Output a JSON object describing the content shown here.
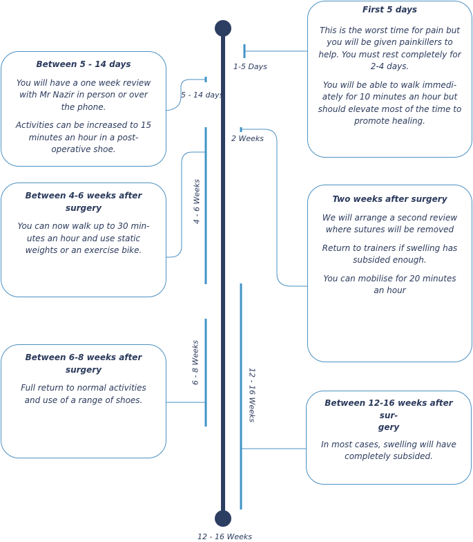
{
  "boxes": {
    "first": {
      "title": "First 5 days",
      "lines1": [
        "This is the worst time for pain but",
        "you will be given painkillers to",
        "help.  You must rest completely for",
        "2-4 days."
      ],
      "lines2": [
        "You will be able to walk immedi-",
        "ately for 10 minutes an hour but",
        "should elevate most of the time to",
        "promote healing."
      ]
    },
    "b5_14": {
      "title": "Between 5 - 14 days",
      "lines1": [
        "You will have a one week review",
        "with Mr Nazir in person or over",
        "the phone."
      ],
      "lines2": [
        "Activities can be increased to 15",
        "minutes an hour in a post-",
        "operative shoe."
      ]
    },
    "b4_6": {
      "title": "Between 4-6 weeks after surgery",
      "lines1": [
        "You can now walk up to 30 min-",
        "utes an hour and use static",
        "weights or an exercise bike."
      ]
    },
    "two_weeks": {
      "title": "Two weeks after surgery",
      "lines1": [
        "We will arrange a second review",
        "where sutures will be removed"
      ],
      "lines2": [
        "Return to trainers if swelling has",
        "subsided enough."
      ],
      "lines3": [
        "You can mobilise for 20 minutes",
        "an hour"
      ]
    },
    "b6_8": {
      "title": "Between 6-8 weeks after surgery",
      "lines1": [
        "Full return to normal activities",
        "and use of a range of shoes."
      ]
    },
    "b12_16": {
      "title": "Between 12-16 weeks after sur-",
      "title2": "gery",
      "lines1": [
        "In most cases, swelling will have",
        "completely subsided."
      ]
    }
  },
  "labels": {
    "d1_5": "1-5 Days",
    "d5_14": "5 - 14 days",
    "w2": "2 Weeks",
    "w4_6": "4 - 6 Weeks",
    "w6_8": "6 - 8  Weeks",
    "w12_16": "12 - 16 Weeks",
    "bottom": "12 - 16 Weeks"
  },
  "colors": {
    "spine": "#2d3e63",
    "accent": "#3f93c6",
    "connector": "#4a8fc0",
    "text": "#2b3a5c"
  }
}
